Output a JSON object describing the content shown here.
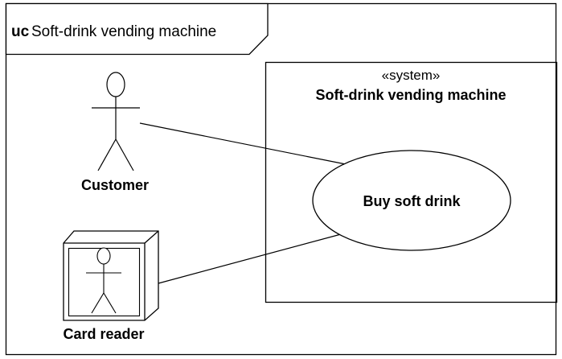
{
  "frame": {
    "keyword": "uc",
    "name": "Soft-drink vending machine"
  },
  "system": {
    "stereotype": "«system»",
    "name": "Soft-drink vending machine"
  },
  "actors": [
    {
      "name": "Customer",
      "kind": "stick-figure"
    },
    {
      "name": "Card reader",
      "kind": "node-with-stick-figure"
    }
  ],
  "use_cases": [
    {
      "name": "Buy soft drink"
    }
  ],
  "associations": [
    {
      "from": "Customer",
      "to": "Buy soft drink"
    },
    {
      "from": "Card reader",
      "to": "Buy soft drink"
    }
  ],
  "colors": {
    "line": "#000000",
    "background": "#ffffff"
  }
}
